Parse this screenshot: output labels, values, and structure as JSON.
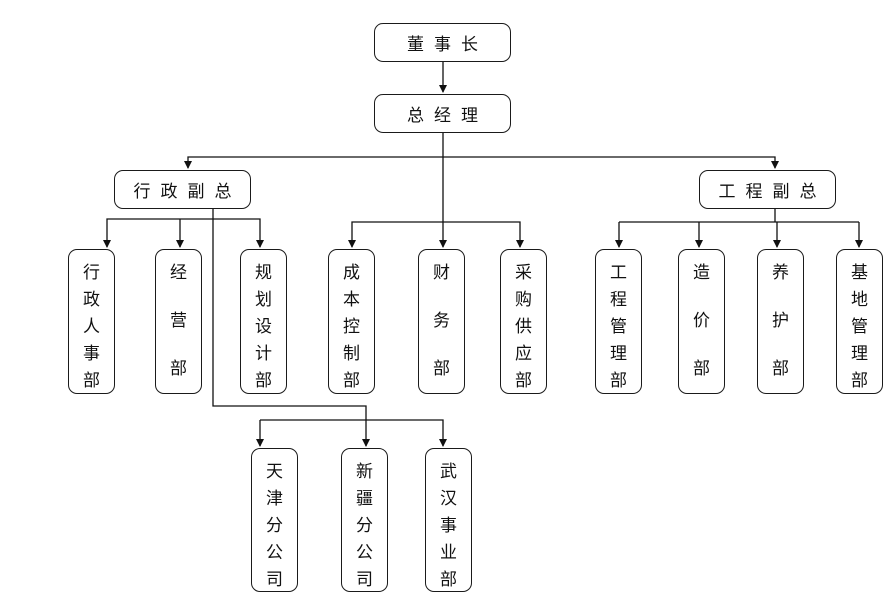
{
  "nodes": {
    "chairman": "董事长",
    "gm": "总经理",
    "admin_vp": "行政副总",
    "eng_vp": "工程副总",
    "hr": "行政人事部",
    "ops": "经营部",
    "plan": "规划设计部",
    "cost": "成本控制部",
    "fin": "财务部",
    "purch": "采购供应部",
    "engmgmt": "工程管理部",
    "price": "造价部",
    "maint": "养护部",
    "base": "基地管理部",
    "tianjin": "天津分公司",
    "xinjiang": "新疆分公司",
    "wuhan": "武汉事业部"
  },
  "edges": [
    [
      "chairman",
      "gm"
    ],
    [
      "gm",
      "admin_vp"
    ],
    [
      "gm",
      "eng_vp"
    ],
    [
      "gm",
      "fin"
    ],
    [
      "gm",
      "cost"
    ],
    [
      "gm",
      "purch"
    ],
    [
      "admin_vp",
      "hr"
    ],
    [
      "admin_vp",
      "ops"
    ],
    [
      "admin_vp",
      "plan"
    ],
    [
      "admin_vp",
      "tianjin"
    ],
    [
      "admin_vp",
      "xinjiang"
    ],
    [
      "admin_vp",
      "wuhan"
    ],
    [
      "eng_vp",
      "engmgmt"
    ],
    [
      "eng_vp",
      "price"
    ],
    [
      "eng_vp",
      "maint"
    ],
    [
      "eng_vp",
      "base"
    ]
  ]
}
